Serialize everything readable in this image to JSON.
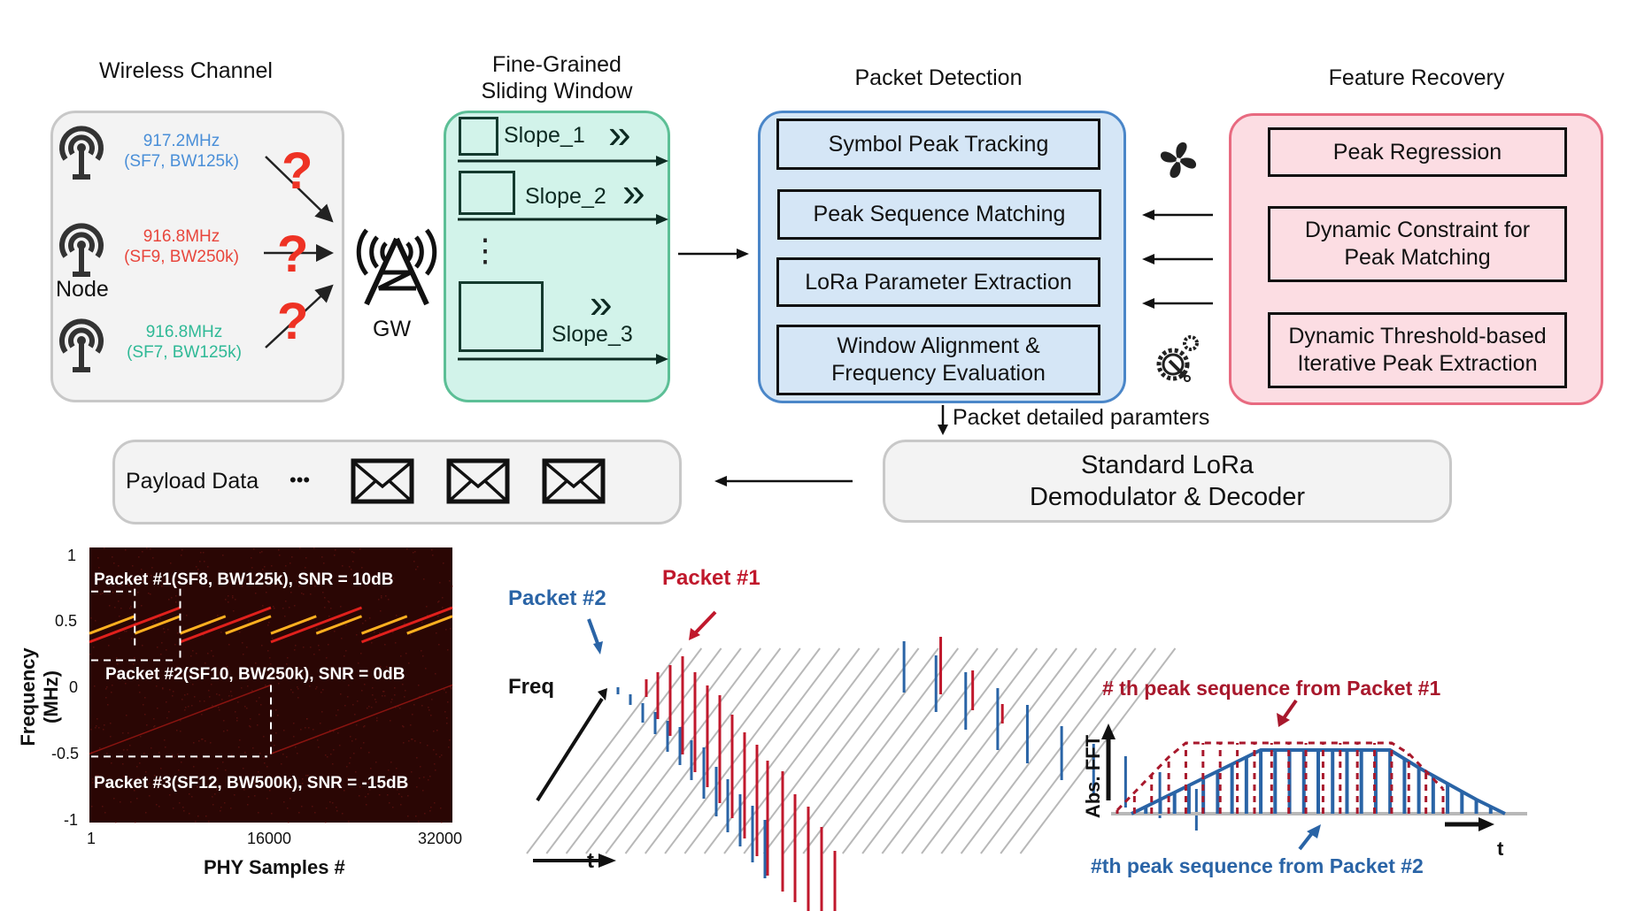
{
  "sections": {
    "wireless_channel": {
      "title": "Wireless Channel",
      "node_label": "Node",
      "gateway_label": "GW",
      "nodes": [
        {
          "freq": "917.2MHz",
          "params": "(SF7, BW125k)",
          "color": "#4a8fd8"
        },
        {
          "freq": "916.8MHz",
          "params": "(SF9, BW250k)",
          "color": "#e8463c"
        },
        {
          "freq": "916.8MHz",
          "params": "(SF7, BW125k)",
          "color": "#2fb996"
        }
      ],
      "unknown_glyph": "?"
    },
    "sliding_window": {
      "title_line1": "Fine-Grained",
      "title_line2": "Sliding Window",
      "slopes": [
        "Slope_1",
        "Slope_2",
        "Slope_3"
      ],
      "ellipsis": "⋮",
      "chevron": "»"
    },
    "packet_detection": {
      "title": "Packet Detection",
      "steps": [
        "Symbol Peak Tracking",
        "Peak Sequence Matching",
        "LoRa Parameter Extraction",
        "Window Alignment & Frequency Evaluation"
      ]
    },
    "feature_recovery": {
      "title": "Feature Recovery",
      "steps": [
        "Peak Regression",
        "Dynamic Constraint for Peak Matching",
        "Dynamic Threshold-based Iterative Peak Extraction"
      ]
    },
    "packet_params_label": "Packet detailed paramters",
    "demodulator": {
      "line1": "Standard LoRa",
      "line2": "Demodulator & Decoder"
    },
    "payload": {
      "label": "Payload Data",
      "ellipsis": "•••",
      "envelope_count": 3
    }
  },
  "chart_data": [
    {
      "type": "heatmap",
      "title": "",
      "xlabel": "PHY Samples #",
      "ylabel": "Frequency (MHz)",
      "xlim": [
        1,
        32000
      ],
      "ylim": [
        -1,
        1
      ],
      "xticks": [
        "1",
        "16000",
        "32000"
      ],
      "yticks": [
        "1",
        "0.5",
        "0",
        "-0.5",
        "-1"
      ],
      "annotations": [
        "Packet #1(SF8, BW125k), SNR = 10dB",
        "Packet #2(SF10, BW250k), SNR = 0dB",
        "Packet #3(SF12, BW500k), SNR = -15dB"
      ],
      "series": [
        {
          "name": "Packet #1",
          "color": "#ffb020",
          "symbol_length_samples": 4000,
          "f_start": 0.375,
          "f_end": 0.5
        },
        {
          "name": "Packet #2",
          "color": "#e0201c",
          "symbol_length_samples": 8000,
          "f_start": 0.3125,
          "f_end": 0.5625
        },
        {
          "name": "Packet #3",
          "color": "#8a1410",
          "symbol_length_samples": 16000,
          "f_start": -0.5,
          "f_end": 0.0
        }
      ]
    },
    {
      "type": "scatter",
      "title": "",
      "xlabel": "t",
      "ylabel": "Freq",
      "labels": [
        "Packet #2",
        "Packet #1"
      ],
      "grid_line_count": 26,
      "series": [
        {
          "name": "Packet #1",
          "color": "#c0182c"
        },
        {
          "name": "Packet #2",
          "color": "#2a64a6"
        }
      ]
    },
    {
      "type": "bar",
      "title": "",
      "xlabel": "t",
      "ylabel": "Abs. FFT",
      "annotations": [
        "# th peak sequence from Packet #1",
        "#th peak sequence from Packet #2"
      ],
      "series": [
        {
          "name": "# th peak sequence from Packet #1",
          "color": "#a8182c",
          "style": "dashed",
          "values": [
            0.05,
            0.3,
            0.55,
            0.8,
            1.0,
            1.0,
            1.0,
            1.0,
            1.0,
            1.0,
            1.0,
            1.0,
            1.0,
            1.0,
            1.0,
            1.0,
            1.0,
            0.85,
            0.6,
            0.35
          ]
        },
        {
          "name": "#th peak sequence from Packet #2",
          "color": "#2a64a6",
          "style": "solid",
          "values": [
            0.0,
            0.08,
            0.16,
            0.24,
            0.32,
            0.4,
            0.48,
            0.56,
            0.64,
            0.72,
            0.72,
            0.72,
            0.72,
            0.72,
            0.72,
            0.72,
            0.72,
            0.72,
            0.72,
            0.62,
            0.52,
            0.43,
            0.34,
            0.25,
            0.16,
            0.08,
            0.0
          ]
        }
      ]
    }
  ]
}
